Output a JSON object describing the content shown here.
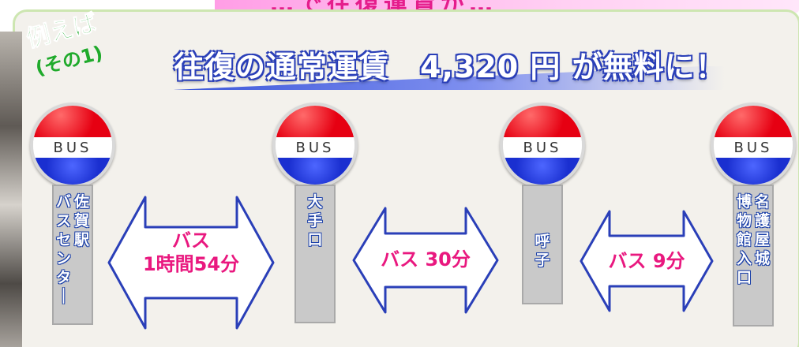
{
  "top_banner": {
    "text": "…で往復運賃が…"
  },
  "example_tag": {
    "line1": "例えば",
    "line2": "(その1)"
  },
  "headline": "往復の通常運賃　4,320 円 が無料に！",
  "stops": [
    {
      "sign_label": "BUS",
      "name": "佐賀駅バスセンター",
      "columns": [
        "佐賀駅",
        "バスセンター"
      ]
    },
    {
      "sign_label": "BUS",
      "name": "大手口",
      "columns": [
        "大手口"
      ]
    },
    {
      "sign_label": "BUS",
      "name": "呼子",
      "columns": [
        "呼子"
      ]
    },
    {
      "sign_label": "BUS",
      "name": "名護屋城博物館入口",
      "columns": [
        "名護屋城",
        "博物館入口"
      ]
    }
  ],
  "segments": [
    {
      "line1": "バス",
      "line2": "1時間54分"
    },
    {
      "line1": "バス 30分",
      "line2": ""
    },
    {
      "line1": "バス 9分",
      "line2": ""
    }
  ],
  "colors": {
    "accent_pink": "#e9187f",
    "sign_red": "#e60012",
    "sign_blue": "#1a2fd0",
    "headline_blue": "#2a3fb8",
    "tag_green": "#1faa2b"
  }
}
